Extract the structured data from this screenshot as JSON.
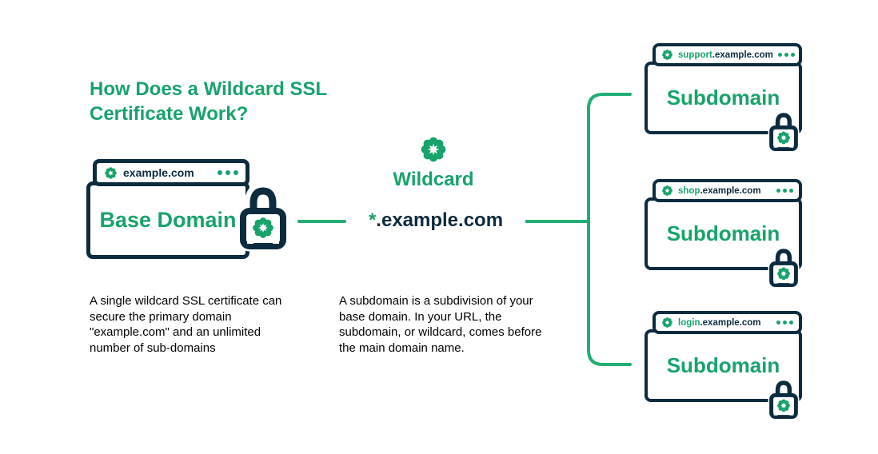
{
  "colors": {
    "green": "#17a36b",
    "line_green": "#21ae74",
    "navy": "#0d2b3e",
    "text": "#000000",
    "background": "#ffffff"
  },
  "title": "How Does a Wildcard SSL Certificate Work?",
  "base_window": {
    "url": "example.com",
    "label": "Base Domain"
  },
  "wildcard": {
    "label": "Wildcard",
    "star": "*",
    "domain": ".example.com"
  },
  "subdomains": [
    {
      "prefix": "support",
      "suffix": ".example.com",
      "label": "Subdomain"
    },
    {
      "prefix": "shop",
      "suffix": ".example.com",
      "label": "Subdomain"
    },
    {
      "prefix": "login",
      "suffix": ".example.com",
      "label": "Subdomain"
    }
  ],
  "descriptions": {
    "base": "A single wildcard SSL certificate can secure the primary domain \"example.com\" and an unlimited number of sub-domains",
    "subdomain": "A subdomain is a subdivision of your base domain. In your URL, the subdomain, or wildcard, comes before the main domain name."
  },
  "icons": {
    "flower_badge": "wildcard-ssl-badge",
    "padlock": "ssl-padlock",
    "menu_dots": "browser-menu-dots"
  }
}
